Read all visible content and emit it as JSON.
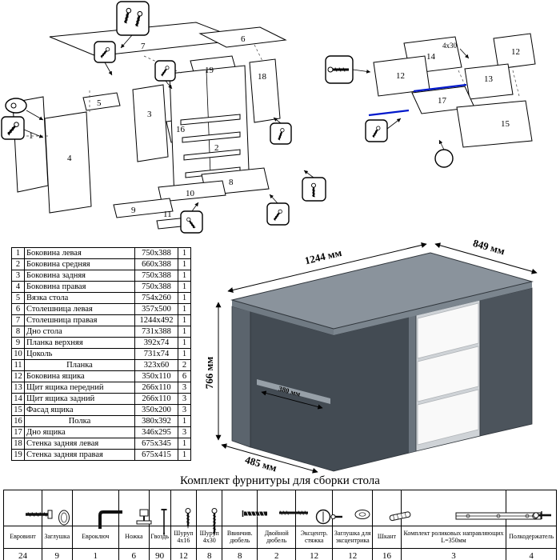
{
  "parts": {
    "rows": [
      {
        "num": "1",
        "name": "Боковина левая",
        "size": "750x388",
        "qty": "1"
      },
      {
        "num": "2",
        "name": "Боковина средняя",
        "size": "660x388",
        "qty": "1"
      },
      {
        "num": "3",
        "name": "Боковина задняя",
        "size": "750x388",
        "qty": "1"
      },
      {
        "num": "4",
        "name": "Боковина правая",
        "size": "750x388",
        "qty": "1"
      },
      {
        "num": "5",
        "name": "Вязка стола",
        "size": "754x260",
        "qty": "1"
      },
      {
        "num": "6",
        "name": "Столешница левая",
        "size": "357x500",
        "qty": "1"
      },
      {
        "num": "7",
        "name": "Столешница правая",
        "size": "1244x492",
        "qty": "1"
      },
      {
        "num": "8",
        "name": "Дно стола",
        "size": "731x388",
        "qty": "1"
      },
      {
        "num": "9",
        "name": "Планка верхняя",
        "size": "392x74",
        "qty": "1"
      },
      {
        "num": "10",
        "name": "Цоколь",
        "size": "731x74",
        "qty": "1"
      },
      {
        "num": "11",
        "name": "Планка",
        "size": "323x60",
        "qty": "2"
      },
      {
        "num": "12",
        "name": "Боковина ящика",
        "size": "350x110",
        "qty": "6"
      },
      {
        "num": "13",
        "name": "Щит ящика передний",
        "size": "266x110",
        "qty": "3"
      },
      {
        "num": "14",
        "name": "Щит ящика задний",
        "size": "266x110",
        "qty": "3"
      },
      {
        "num": "15",
        "name": "Фасад ящика",
        "size": "350x200",
        "qty": "3"
      },
      {
        "num": "16",
        "name": "Полка",
        "size": "380x392",
        "qty": "1"
      },
      {
        "num": "17",
        "name": "Дно ящика",
        "size": "346x295",
        "qty": "3"
      },
      {
        "num": "18",
        "name": "Стенка задняя левая",
        "size": "675x345",
        "qty": "1"
      },
      {
        "num": "19",
        "name": "Стенка задняя правая",
        "size": "675x415",
        "qty": "1"
      }
    ]
  },
  "diagram_left": {
    "labels": [
      "7",
      "6",
      "19",
      "18",
      "5",
      "3",
      "16",
      "2",
      "4",
      "1",
      "10",
      "8",
      "9",
      "11"
    ]
  },
  "diagram_right": {
    "labels": [
      "14",
      "12",
      "12",
      "13",
      "17",
      "15"
    ],
    "note": "4x30",
    "highlight": "#0018cc"
  },
  "render": {
    "dims": {
      "width": "1244 мм",
      "depth": "849 мм",
      "height": "766 мм",
      "shelf": "380 мм",
      "side": "485 мм"
    },
    "colors": {
      "top": "#8a939c",
      "edgeL": "#707a83",
      "edgeR": "#7b858e",
      "leftPanel": "#5b646d",
      "interior": "#434b53",
      "shelf": "#97a0a8",
      "divider": "#6b747d",
      "carcass": "#cfd3d7",
      "drawer": "#f9f9f9",
      "side": "#4c545c"
    }
  },
  "hardware": {
    "caption": "Комплект фурнитуры для сборки стола",
    "items": [
      {
        "name": "Евровинт",
        "qty": "24",
        "icon": "confirmat-screw-icon"
      },
      {
        "name": "Заглушка",
        "qty": "9",
        "icon": "cap-icon"
      },
      {
        "name": "Евроключ",
        "qty": "1",
        "icon": "hex-key-icon"
      },
      {
        "name": "Ножка",
        "qty": "6",
        "icon": "foot-icon"
      },
      {
        "name": "Гвоздь",
        "qty": "90",
        "icon": "nail-icon"
      },
      {
        "name": "Шуруп 4x16",
        "qty": "12",
        "icon": "screw-short-icon"
      },
      {
        "name": "Шуруп 4x30",
        "qty": "8",
        "icon": "screw-long-icon"
      },
      {
        "name": "Ввинчив. дюбель",
        "qty": "8",
        "icon": "threaded-dowel-icon"
      },
      {
        "name": "Двойной дюбель",
        "qty": "2",
        "icon": "double-dowel-icon"
      },
      {
        "name": "Эксцентр. стяжка",
        "qty": "12",
        "icon": "cam-lock-icon"
      },
      {
        "name": "Заглушка для эксцентрика",
        "qty": "12",
        "icon": "cam-cap-icon"
      },
      {
        "name": "Шкант",
        "qty": "16",
        "icon": "wood-dowel-icon"
      },
      {
        "name": "Комплект роликовых направляющих L=350мм",
        "qty": "3",
        "icon": "drawer-slide-icon"
      },
      {
        "name": "Полкодержатель",
        "qty": "4",
        "icon": "shelf-pin-icon"
      }
    ]
  }
}
